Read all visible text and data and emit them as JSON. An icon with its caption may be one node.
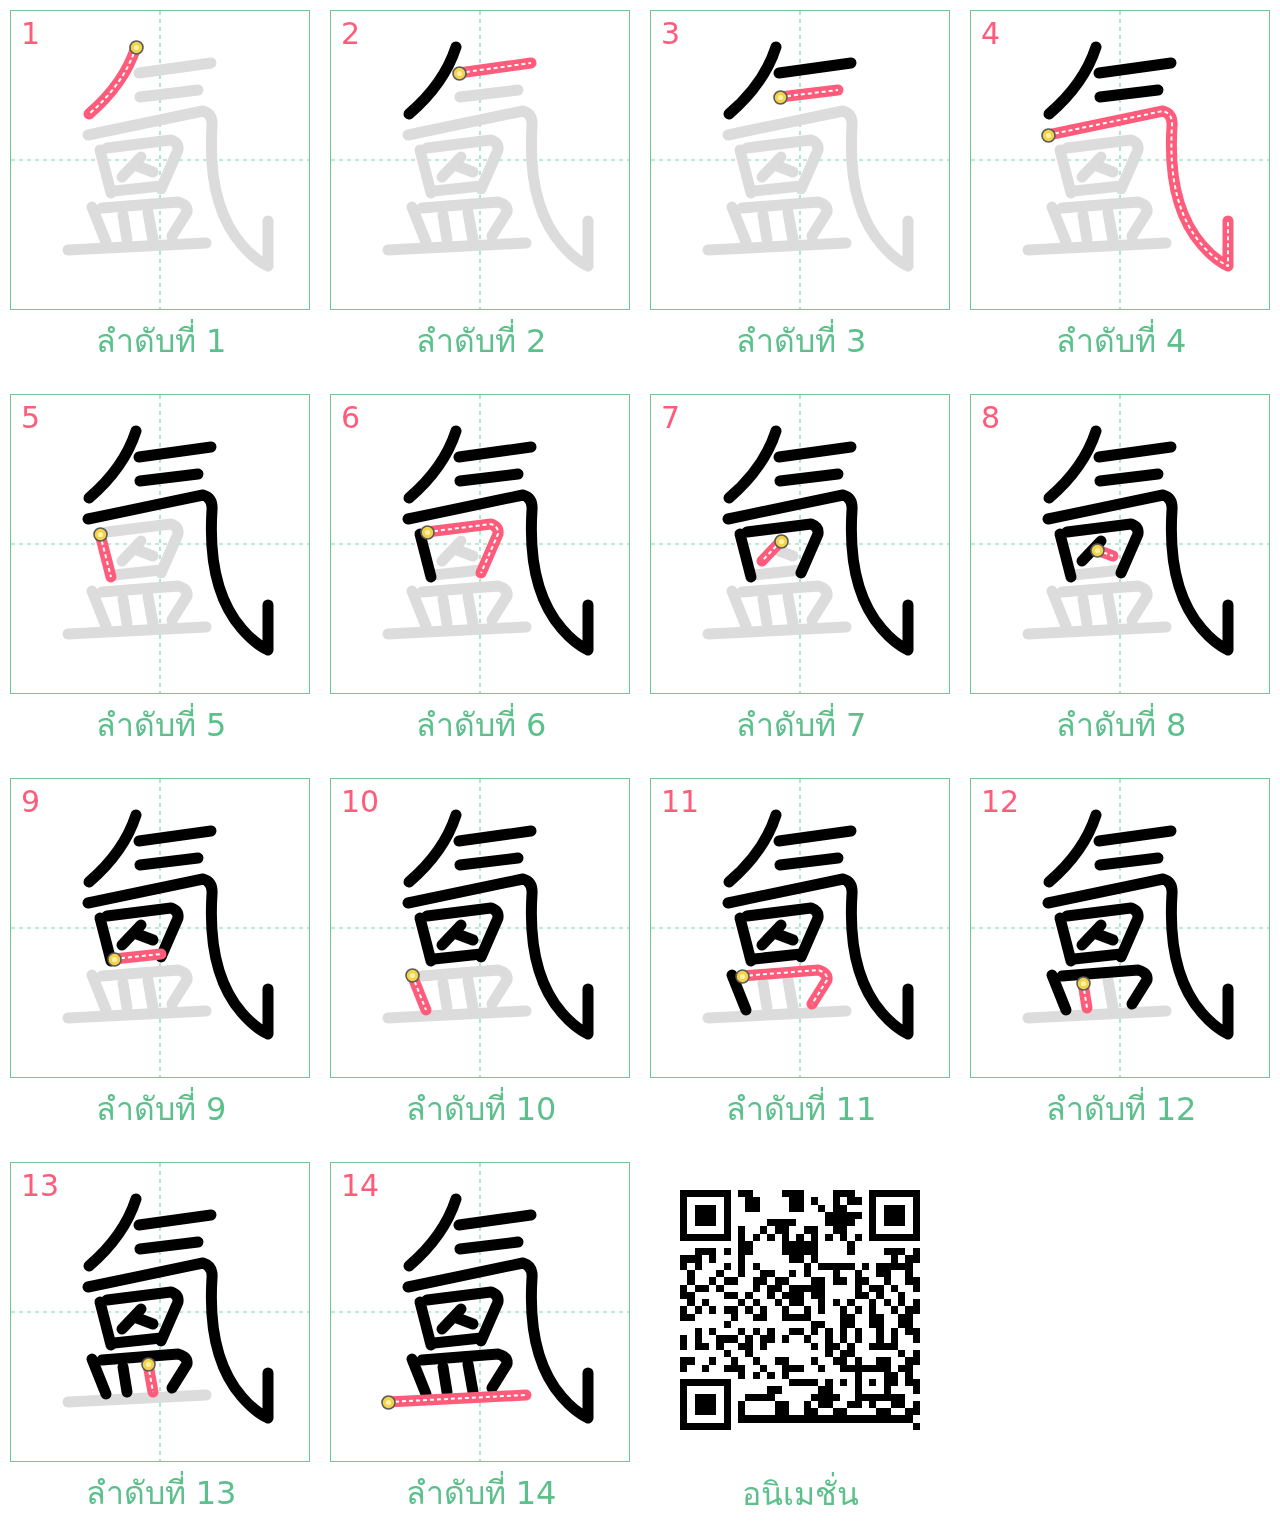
{
  "diagram": {
    "nodes": [
      {
        "text": [
          "1"
        ],
        "beside": [
          "ลำดับที่ 1"
        ]
      },
      {
        "text": [
          "2"
        ],
        "beside": [
          "ลำดับที่ 2"
        ]
      },
      {
        "text": [
          "3"
        ],
        "beside": [
          "ลำดับที่ 3"
        ]
      },
      {
        "text": [
          "4"
        ],
        "beside": [
          "ลำดับที่ 4"
        ]
      },
      {
        "text": [
          "5"
        ],
        "beside": [
          "ลำดับที่ 5"
        ]
      },
      {
        "text": [
          "6"
        ],
        "beside": [
          "ลำดับที่ 6"
        ]
      },
      {
        "text": [
          "7"
        ],
        "beside": [
          "ลำดับที่ 7"
        ]
      },
      {
        "text": [
          "8"
        ],
        "beside": [
          "ลำดับที่ 8"
        ]
      },
      {
        "text": [
          "9"
        ],
        "beside": [
          "ลำดับที่ 9"
        ]
      },
      {
        "text": [
          "10"
        ],
        "beside": [
          "ลำดับที่ 10"
        ]
      },
      {
        "text": [
          "11"
        ],
        "beside": [
          "ลำดับที่ 11"
        ]
      },
      {
        "text": [
          "12"
        ],
        "beside": [
          "ลำดับที่ 12"
        ]
      },
      {
        "text": [
          "13"
        ],
        "beside": [
          "ลำดับที่ 13"
        ]
      },
      {
        "text": [
          "14"
        ],
        "beside": [
          "ลำดับที่ 14"
        ]
      },
      {
        "text": [],
        "shape": "picture",
        "beside": [
          "อนิเมชั่น"
        ]
      }
    ]
  }
}
